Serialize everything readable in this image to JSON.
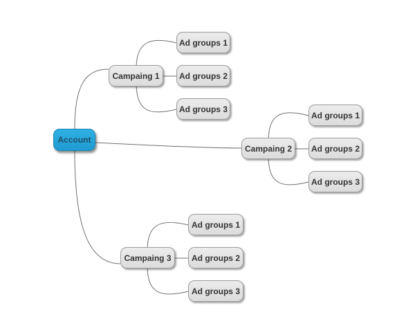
{
  "root": {
    "label": "Account",
    "color": "#27a6dc"
  },
  "campaigns": [
    {
      "label": "Campaing 1",
      "ad_groups": [
        "Ad groups 1",
        "Ad groups 2",
        "Ad groups 3"
      ]
    },
    {
      "label": "Campaing 2",
      "ad_groups": [
        "Ad groups 1",
        "Ad groups 2",
        "Ad groups 3"
      ]
    },
    {
      "label": "Campaing 3",
      "ad_groups": [
        "Ad groups 1",
        "Ad groups 2",
        "Ad groups 3"
      ]
    }
  ]
}
